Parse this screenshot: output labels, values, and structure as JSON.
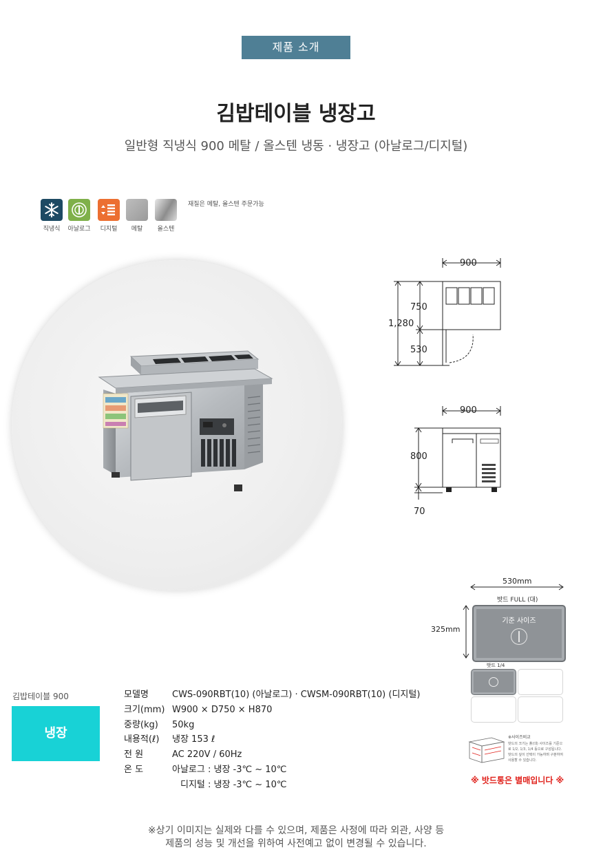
{
  "header": {
    "badge": "제품 소개",
    "title": "김밥테이블 냉장고",
    "subtitle": "일반형 직냉식 900 메탈 / 올스텐 냉동 · 냉장고 (아날로그/디지털)"
  },
  "features": {
    "items": [
      {
        "label": "직냉식",
        "icon": "snowflake-icon",
        "color": "#1d4a63"
      },
      {
        "label": "아날로그",
        "icon": "analog-gauge-icon",
        "color": "#7fb04a"
      },
      {
        "label": "디지털",
        "icon": "digital-display-icon",
        "color": "#ec6f31"
      },
      {
        "label": "메탈",
        "icon": "metal-swatch-icon",
        "color": "#a8a8a8"
      },
      {
        "label": "올스텐",
        "icon": "stainless-swatch-icon",
        "color": "#c8c8c8"
      }
    ],
    "note": "재질은 메탈, 올스텐 주문가능"
  },
  "dimensions": {
    "top_view": {
      "width": "900",
      "total": "1,280",
      "upper": "750",
      "lower": "530"
    },
    "front_view": {
      "width": "900",
      "height": "800",
      "leg": "70"
    }
  },
  "pan_info": {
    "width": "530mm",
    "height": "325mm",
    "full_label": "밧드 FULL (대)",
    "standard_label": "기준 사이즈",
    "quarter_label": "밧드 1/4",
    "small_note_title": "※사이즈비교",
    "small_note_body": "밧드의 크기는 풀(대) 사이즈를 기준으로 1/2, 1/3, 1/4 등으로 구성됩니다. 밧드의 깊이 선택이 가능하며 구분하여 사용할 수 있습니다.",
    "sold_separately": "※ 밧드통은 별매입니다 ※"
  },
  "category": {
    "label": "김밥테이블 900",
    "box": "냉장"
  },
  "specs": [
    {
      "key": "모델명",
      "value": "CWS-090RBT(10) (아날로그) · CWSM-090RBT(10) (디지털)"
    },
    {
      "key": "크기(mm)",
      "value": "W900 × D750 × H870"
    },
    {
      "key": "중량(kg)",
      "value": "50kg"
    },
    {
      "key": "내용적(ℓ)",
      "value": "냉장 153 ℓ"
    },
    {
      "key": "전 원",
      "value": "AC 220V / 60Hz"
    },
    {
      "key": "온 도",
      "value": "아날로그 :  냉장 -3℃ ~ 10℃"
    },
    {
      "key": "",
      "value": "디지털 :  냉장 -3℃ ~ 10℃"
    }
  ],
  "footer": {
    "line1": "※상기 이미지는 실제와 다를 수 있으며, 제품은 사정에 따라 외관, 사양 등",
    "line2": "제품의 성능 및 개선을 위하여 사전예고 없이 변경될 수 있습니다."
  }
}
